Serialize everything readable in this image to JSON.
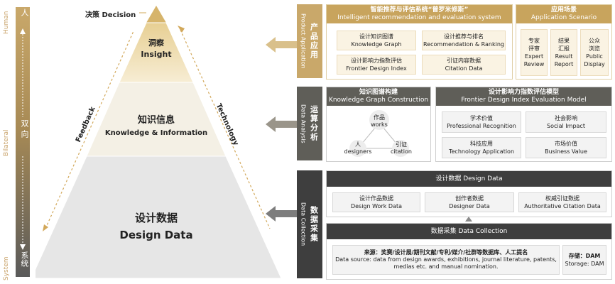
{
  "left_axis": {
    "top_en": "Human",
    "mid_en": "Bilateral",
    "bottom_en": "System",
    "top_cn": "人",
    "mid_cn": "双向",
    "bottom_cn": "系统"
  },
  "pyramid": {
    "decision": "决策 Decision",
    "insight_cn": "洞察",
    "insight_en": "Insight",
    "knowledge_cn": "知识信息",
    "knowledge_en": "Knowledge & Information",
    "data_cn": "设计数据",
    "data_en": "Design Data",
    "feedback": "Feedback",
    "technology": "Technology"
  },
  "product": {
    "side_cn": "产品应用",
    "side_en": "Product Application",
    "system_cn": "智能推荐与评估系统“普罗米修斯”",
    "system_en": "Intelligent recommendation and evaluation system",
    "items": [
      {
        "cn": "设计知识图谱",
        "en": "Knowledge Graph"
      },
      {
        "cn": "设计推荐与排名",
        "en": "Recommendation & Ranking"
      },
      {
        "cn": "设计影响力指数评估",
        "en": "Frontier Design Index"
      },
      {
        "cn": "引证内容数据",
        "en": "Citation Data"
      }
    ],
    "scenario_cn": "应用场景",
    "scenario_en": "Application Scenario",
    "scenarios": [
      {
        "cn": "专家\n评审",
        "en": "Expert\nReview"
      },
      {
        "cn": "结果\n汇报",
        "en": "Result\nReport"
      },
      {
        "cn": "公众\n浏览",
        "en": "Public\nDisplay"
      }
    ]
  },
  "analysis": {
    "side_cn": "运算分析",
    "side_en": "Data Analysis",
    "kg_cn": "知识图谱构建",
    "kg_en": "Knowledge Graph Construction",
    "nodes": {
      "works_cn": "作品",
      "works_en": "works",
      "designers_cn": "人",
      "designers_en": "designers",
      "citation_cn": "引证",
      "citation_en": "citation"
    },
    "model_cn": "设计影响力指数评估模型",
    "model_en": "Frontier Design Index Evaluation Model",
    "metrics": [
      {
        "cn": "学术价值",
        "en": "Professional Recognition"
      },
      {
        "cn": "社会影响",
        "en": "Social Impact"
      },
      {
        "cn": "科技应用",
        "en": "Technology Application"
      },
      {
        "cn": "市场价值",
        "en": "Business Value"
      }
    ]
  },
  "collection": {
    "side_cn": "数据采集",
    "side_en": "Data Collection",
    "design_data": "设计数据 Design Data",
    "types": [
      {
        "cn": "设计作品数据",
        "en": "Design Work Data"
      },
      {
        "cn": "创作者数据",
        "en": "Designer Data"
      },
      {
        "cn": "权威引证数据",
        "en": "Authoritative Citation Data"
      }
    ],
    "collection_title": "数据采集 Data Collection",
    "source_cn": "来源：奖赛/设计展/期刊文献/专利/媒介/社群等数据库、人工提名",
    "source_en": "Data source: data from design awards, exhibitions, journal literature, patents, medias etc. and manual nomination.",
    "storage_cn": "存储：DAM",
    "storage_en": "Storage: DAM"
  },
  "colors": {
    "gold": "#c9a86a",
    "gold_header": "#c8a45d",
    "dark_header": "#5f5e58",
    "darker": "#3e3e3e",
    "pyramid_top": "#f6ebcd",
    "pyramid_mid": "#f4f0e5",
    "pyramid_base": "#e4e4e4"
  }
}
